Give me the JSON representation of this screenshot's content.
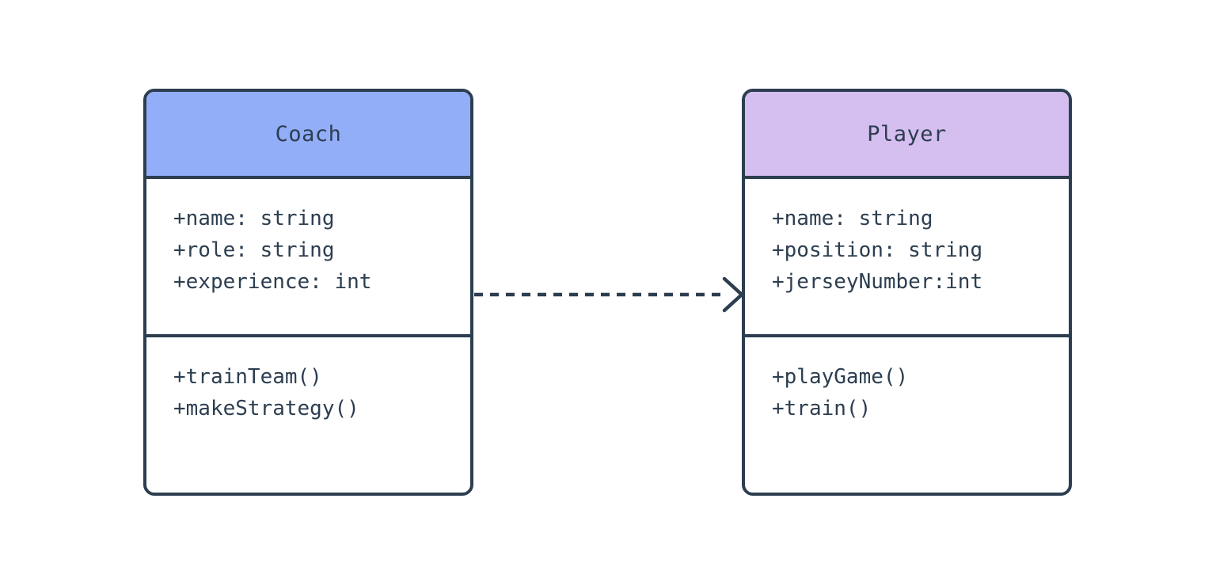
{
  "diagram": {
    "type": "uml-class-diagram",
    "background_color": "#ffffff",
    "line_color": "#2c3e50",
    "classes": [
      {
        "id": "coach",
        "name": "Coach",
        "header_color": "#93aef8",
        "body_color": "#ffffff",
        "attributes": [
          "+name: string",
          "+role: string",
          "+experience: int"
        ],
        "methods": [
          "+trainTeam()",
          "+makeStrategy()"
        ]
      },
      {
        "id": "player",
        "name": "Player",
        "header_color": "#d5bef0",
        "body_color": "#ffffff",
        "attributes": [
          "+name: string",
          "+position: string",
          "+jerseyNumber:int"
        ],
        "methods": [
          "+playGame()",
          "+train()"
        ]
      }
    ],
    "relationships": [
      {
        "id": "coach-to-player",
        "from": "coach",
        "to": "player",
        "style": "dashed",
        "arrowhead": "open",
        "kind": "dependency",
        "label": ""
      }
    ]
  }
}
